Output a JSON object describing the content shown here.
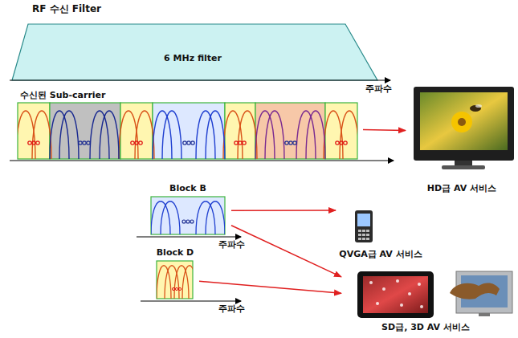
{
  "diagram": {
    "nodes": [
      {
        "text": [
          "RF 수신 Filter",
          "6 MHz filter"
        ]
      },
      {
        "text": [
          "수신된 Sub-carrier"
        ]
      },
      {
        "text": [
          "HD급 AV 서비스"
        ]
      },
      {
        "text": [
          "Block B"
        ]
      },
      {
        "text": [
          "QVGA급 AV 서비스"
        ]
      },
      {
        "text": [
          "Block D"
        ]
      },
      {
        "text": [
          "SD급, 3D AV 서비스"
        ]
      }
    ],
    "edges": [
      {
        "from": 1,
        "to": 2,
        "arrow": "to"
      },
      {
        "from": 3,
        "to": 4,
        "arrow": "to"
      },
      {
        "from": 3,
        "to": 6,
        "arrow": "to"
      },
      {
        "from": 5,
        "to": 6,
        "arrow": "to"
      }
    ],
    "labels": [
      "주파수",
      "주파수",
      "주파수"
    ]
  }
}
